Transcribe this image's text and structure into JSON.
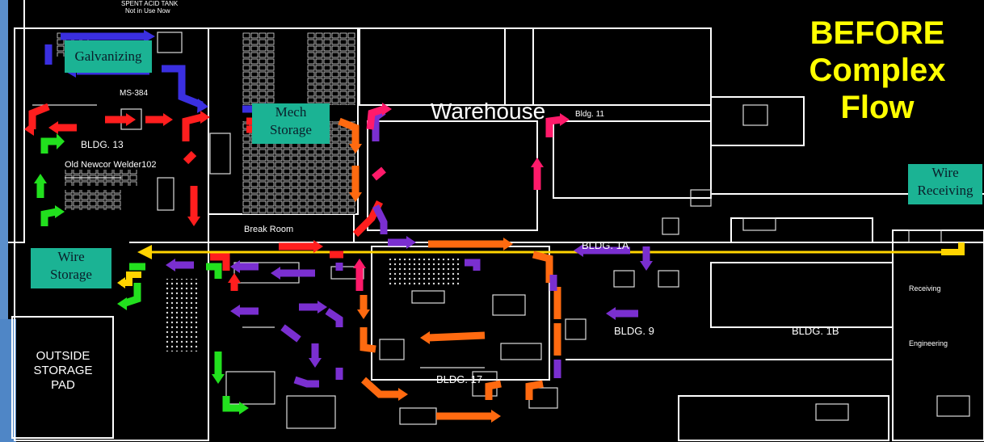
{
  "title": {
    "line1": "BEFORE",
    "line2": "Complex",
    "line3": "Flow"
  },
  "areas": {
    "galvanizing": "Galvanizing",
    "mech_storage": [
      "Mech",
      "Storage"
    ],
    "wire_storage": [
      "Wire",
      "Storage"
    ],
    "wire_receiving": [
      "Wire",
      "Receiving"
    ],
    "outside_storage": [
      "OUTSIDE",
      "STORAGE",
      "PAD"
    ]
  },
  "plan_labels": {
    "warehouse": "Warehouse",
    "bldg_13": "BLDG. 13",
    "bldg_17": "BLDG. 17",
    "bldg_9": "BLDG. 9",
    "bldg_1a": "BLDG. 1A",
    "bldg_1b": "BLDG. 1B",
    "bldg_11": "Bldg. 11",
    "break_room": "Break Room",
    "old_newcor": "Old Newcor Welder102",
    "receiving": "Receiving",
    "engineering": "Engineering",
    "spent_acid": "SPENT ACID TANK",
    "not_in_use": "Not in Use Now",
    "ms_384": "MS-384"
  },
  "colors": {
    "title": "#ffff00",
    "area_box": "#1bb394",
    "flow_blue": "#3a2fe0",
    "flow_red": "#ff1e1e",
    "flow_green": "#22e01e",
    "flow_orange": "#ff6a10",
    "flow_purple": "#7a2fd0",
    "flow_pink": "#ff1a6a",
    "flow_yellow": "#ffd400"
  }
}
